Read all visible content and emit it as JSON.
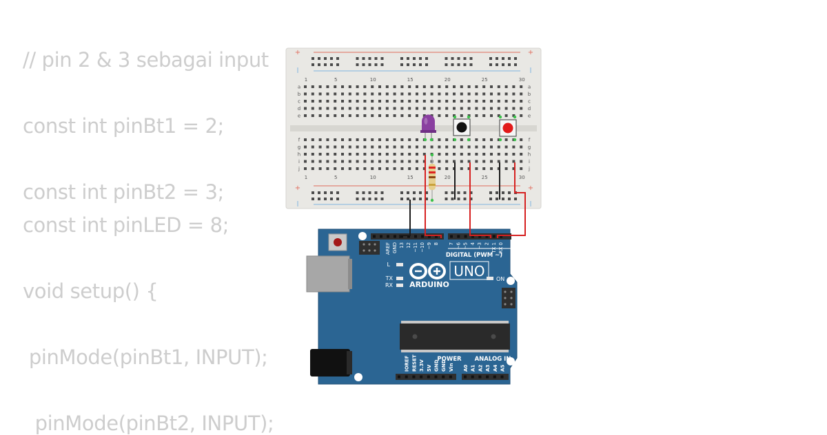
{
  "code_lines": [
    "// pin 2 & 3 sebagai input",
    "const int pinBt1 = 2;",
    "const int pinBt2 = 3;",
    "const int pinLED = 8;",
    "void setup() {",
    " pinMode(pinBt1, INPUT);",
    "  pinMode(pinBt2, INPUT);"
  ],
  "breadboard": {
    "plus": "+",
    "minus": "-",
    "column_numbers": [
      "1",
      "5",
      "10",
      "15",
      "20",
      "25",
      "30"
    ],
    "row_letters_top": [
      "a",
      "b",
      "c",
      "d",
      "e"
    ],
    "row_letters_bottom": [
      "f",
      "g",
      "h",
      "i",
      "j"
    ]
  },
  "arduino": {
    "brand": "ARDUINO",
    "model": "UNO",
    "on_label": "ON",
    "l_label": "L",
    "tx_label": "TX",
    "rx_label": "RX",
    "digital_label": "DIGITAL (PWM ~)",
    "power_label": "POWER",
    "analog_label": "ANALOG IN",
    "top_pins": [
      "AREF",
      "GND",
      "13",
      "12",
      "~11",
      "~10",
      "~9",
      "8",
      "7",
      "~6",
      "~5",
      "4",
      "~3",
      "2",
      "TX 1",
      "RX 0"
    ],
    "bottom_pins": [
      "IOREF",
      "RESET",
      "3.3V",
      "5V",
      "GND",
      "GND",
      "Vin",
      "A0",
      "A1",
      "A2",
      "A3",
      "A4",
      "A5"
    ]
  },
  "colors": {
    "board_blue": "#2b6593",
    "wire_red": "#d62020",
    "wire_black": "#1a1a1a",
    "breadboard": "#e9e8e4",
    "led_purple": "#8a3fa0",
    "button_red": "#e21b1b"
  }
}
